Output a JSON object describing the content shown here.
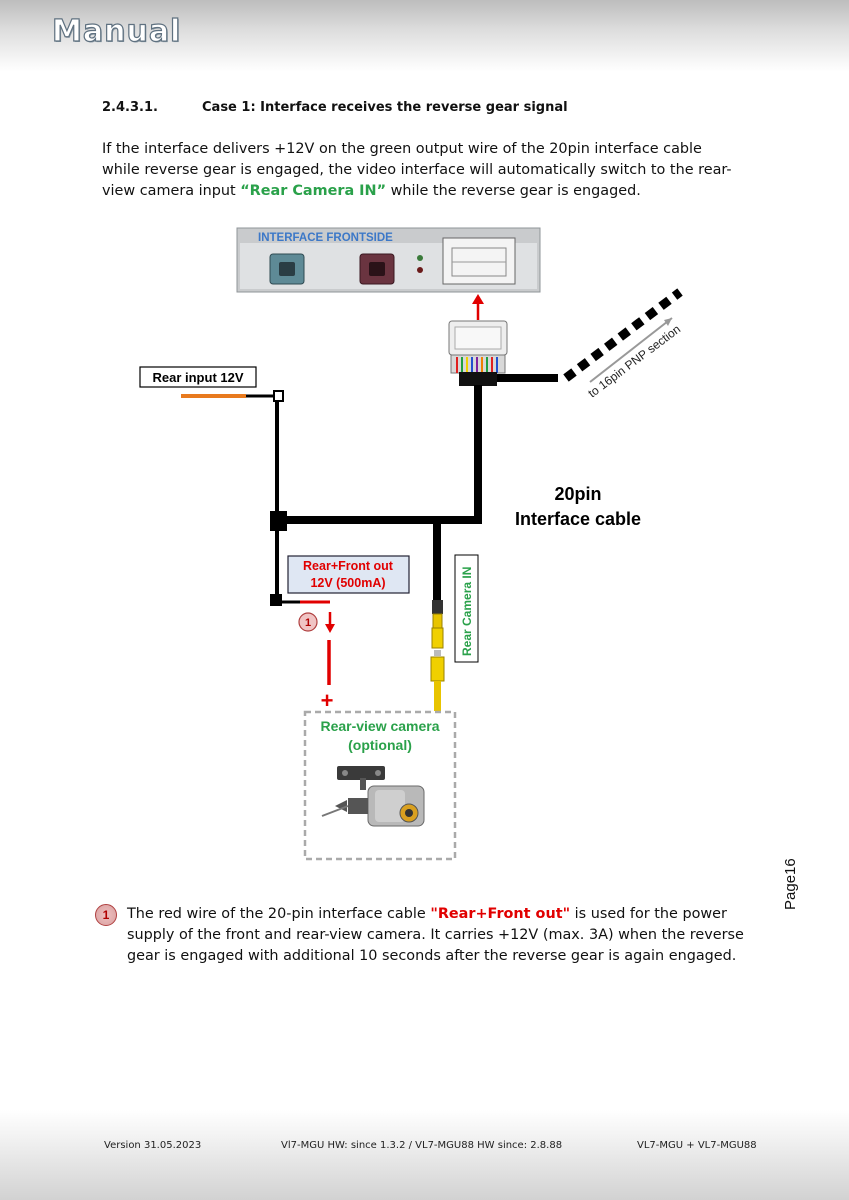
{
  "header": {
    "title": "Manual"
  },
  "section": {
    "number": "2.4.3.1.",
    "title": "Case 1: Interface  receives the reverse gear signal"
  },
  "intro": {
    "part1": "If the interface delivers +12V on the green output wire of the 20pin interface cable while reverse gear is engaged, the video interface will automatically switch to the rear-view camera input ",
    "highlight": "“Rear Camera IN”",
    "part2": " while the reverse gear is engaged."
  },
  "diagram": {
    "interface_label": "INTERFACE  FRONTSIDE",
    "rear_input_label": "Rear input 12V",
    "pnp_label": "to 16pin PNP section",
    "cable_label_line1": "20pin",
    "cable_label_line2": "Interface cable",
    "rear_front_out_line1": "Rear+Front out",
    "rear_front_out_line2": "12V (500mA)",
    "rear_camera_in_label": "Rear Camera IN",
    "marker": "1",
    "plus_sign": "+",
    "camera_line1": "Rear-view camera",
    "camera_line2": "(optional)"
  },
  "page_number": "Page16",
  "note": {
    "marker": "1",
    "part1": "The red wire of the 20-pin interface cable ",
    "highlight": "\"Rear+Front out\"",
    "part2": " is used for the power supply of the front and rear-view camera. It carries +12V (max. 3A) when the reverse gear is engaged with additional 10 seconds after the reverse gear is again engaged."
  },
  "footer": {
    "version": "Version 31.05.2023",
    "hw": "Vl7-MGU HW: since 1.3.2 / VL7-MGU88 HW since: 2.8.88",
    "product": "VL7-MGU + VL7-MGU88"
  }
}
